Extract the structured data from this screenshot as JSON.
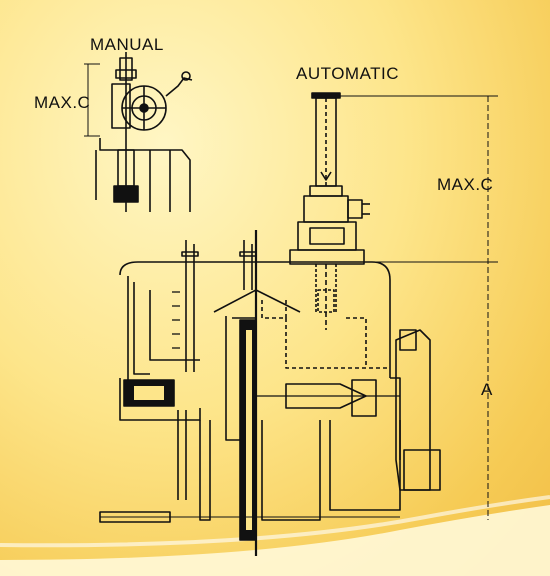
{
  "labels": {
    "manual": "MANUAL",
    "max_c_left": "MAX.C",
    "automatic": "AUTOMATIC",
    "max_c_right": "MAX.C",
    "a": "A"
  },
  "colors": {
    "background": "#fde58a",
    "line": "#111111",
    "swoosh": "#fffbe6"
  }
}
